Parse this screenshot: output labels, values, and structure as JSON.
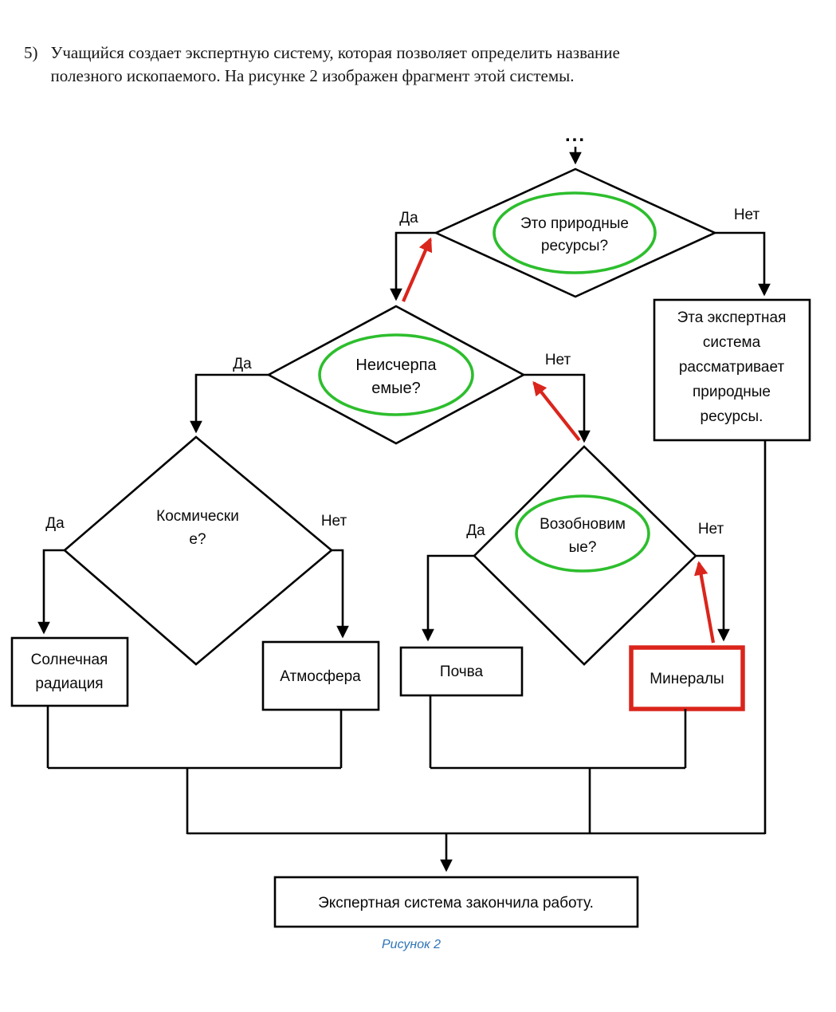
{
  "question": {
    "number": "5)",
    "line1": "Учащийся создает экспертную систему, которая позволяет определить название",
    "line2": "полезного ископаемого. На рисунке 2 изображен фрагмент этой системы."
  },
  "figure": {
    "caption": "Рисунок 2",
    "start": "...",
    "labels": {
      "yes": "Да",
      "no": "Нет"
    },
    "decisions": {
      "natural": {
        "line1": "Это природные",
        "line2": "ресурсы?",
        "highlighted": true
      },
      "inexhaustible": {
        "line1": "Неисчерпа",
        "line2": "емые?",
        "highlighted": true
      },
      "cosmic": {
        "line1": "Космически",
        "line2": "е?",
        "highlighted": false
      },
      "renewable": {
        "line1": "Возобновим",
        "line2": "ые?",
        "highlighted": true
      }
    },
    "boxes": {
      "not_natural": {
        "line1": "Эта экспертная",
        "line2": "система",
        "line3": "рассматривает",
        "line4": "природные",
        "line5": "ресурсы."
      },
      "solar": {
        "line1": "Солнечная",
        "line2": "радиация"
      },
      "atmosphere": {
        "label": "Атмосфера"
      },
      "soil": {
        "label": "Почва"
      },
      "minerals": {
        "label": "Минералы",
        "highlighted": true
      },
      "final": {
        "label": "Экспертная система закончила работу."
      }
    }
  },
  "colors": {
    "highlight_green": "#2dbe2d",
    "highlight_red": "#da251c",
    "caption_blue": "#2e74b5",
    "line_black": "#000000"
  }
}
